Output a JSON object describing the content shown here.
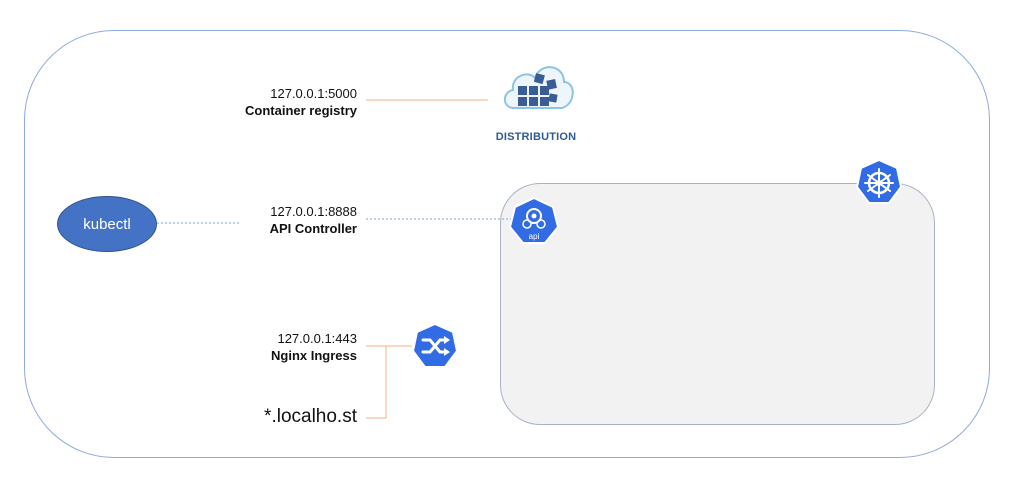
{
  "registry": {
    "address": "127.0.0.1:5000",
    "name": "Container registry",
    "logo_text": "DISTRIBUTION"
  },
  "api": {
    "address": "127.0.0.1:8888",
    "name": "API Controller",
    "icon_label": "api"
  },
  "ingress": {
    "address": "127.0.0.1:443",
    "name": "Nginx Ingress"
  },
  "kubectl": {
    "label": "kubectl"
  },
  "wildcard": {
    "label": "*.localho.st"
  },
  "colors": {
    "k8s_blue": "#326ce5",
    "connector_orange": "#f4b183",
    "dotted_line": "#7f9fcf",
    "frame": "#8faadc",
    "kubectl_fill": "#4472c4"
  }
}
